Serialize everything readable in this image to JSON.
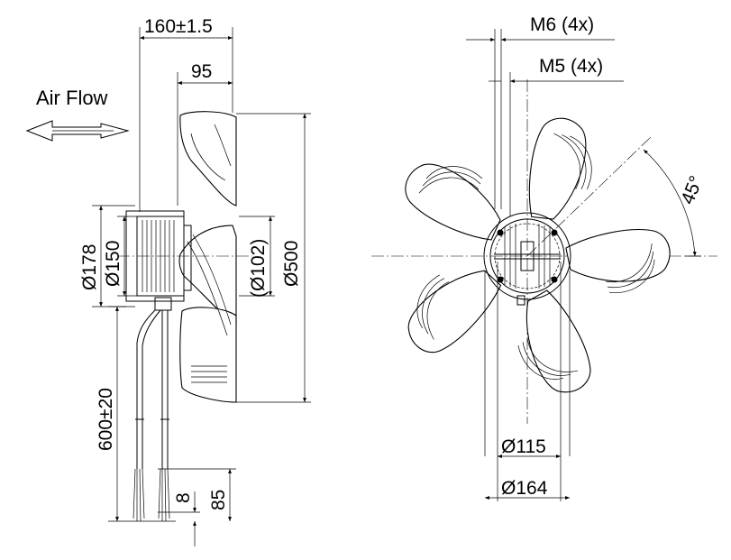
{
  "side_view": {
    "label_air_flow": "Air Flow",
    "dim_total_depth": "160±1.5",
    "dim_depth": "95",
    "dim_d178": "Ø178",
    "dim_d150": "Ø150",
    "dim_d102": "(Ø102)",
    "dim_d500": "Ø500",
    "dim_cable_length": "600±20",
    "dim_8": "8",
    "dim_85": "85"
  },
  "front_view": {
    "label_m6": "M6 (4x)",
    "label_m5": "M5 (4x)",
    "dim_angle": "45°",
    "dim_d115": "Ø115",
    "dim_d164": "Ø164"
  }
}
